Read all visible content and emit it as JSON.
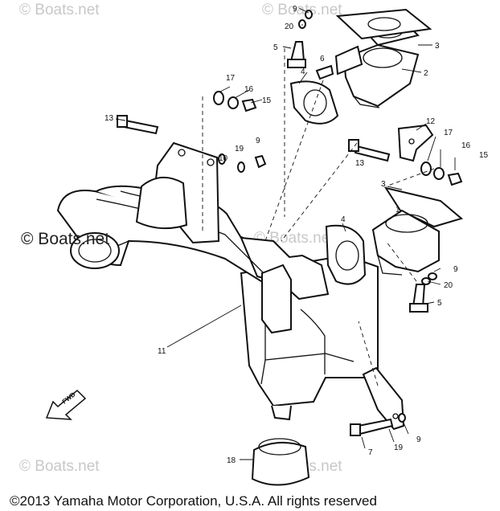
{
  "watermarks": {
    "tl": "© Boats.net",
    "tr": "© Boats.net",
    "mid": "© Boats.net",
    "center": "© Boats.net",
    "bl": "© Boats.net",
    "br": "© Boats.net"
  },
  "front_label": "FWD",
  "callouts": {
    "n1": "1",
    "n2": "2",
    "n3a": "3",
    "n3b": "3",
    "n4a": "4",
    "n4b": "4",
    "n5a": "5",
    "n5b": "5",
    "n6": "6",
    "n7": "7",
    "n9a": "9",
    "n9b": "9",
    "n9c": "9",
    "n9d": "9",
    "n10": "10",
    "n11": "11",
    "n12": "12",
    "n13a": "13",
    "n13b": "13",
    "n15a": "15",
    "n15b": "15",
    "n16a": "16",
    "n16b": "16",
    "n17a": "17",
    "n17b": "17",
    "n18": "18",
    "n19a": "19",
    "n19b": "19",
    "n20a": "20",
    "n20b": "20"
  },
  "copyright": "©2013 Yamaha Motor Corporation, U.S.A. All rights reserved"
}
